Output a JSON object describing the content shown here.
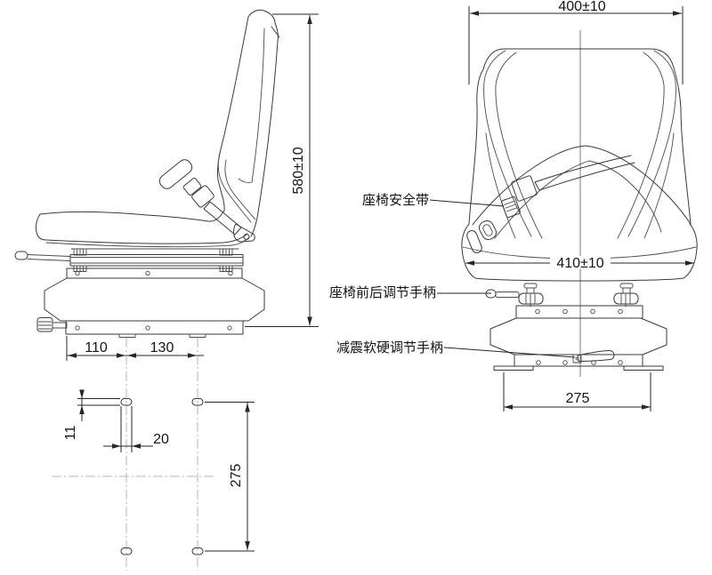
{
  "dimensions": {
    "overall_height": "580±10",
    "backrest_width": "400±10",
    "cushion_width": "410±10",
    "base_front_span": "110",
    "base_rear_span": "130",
    "slot_height": "11",
    "slot_width": "20",
    "slot_row_spacing": "275",
    "foot_hole_spacing": "275"
  },
  "labels": {
    "seat_belt": "座椅安全带",
    "fore_aft_handle": "座椅前后调节手柄",
    "damper_handle": "减震软硬调节手柄"
  },
  "colors": {
    "background": "#ffffff",
    "part_line": "#3a3a3a",
    "dimension_line": "#262626",
    "centerline": "#b4b4b4"
  }
}
